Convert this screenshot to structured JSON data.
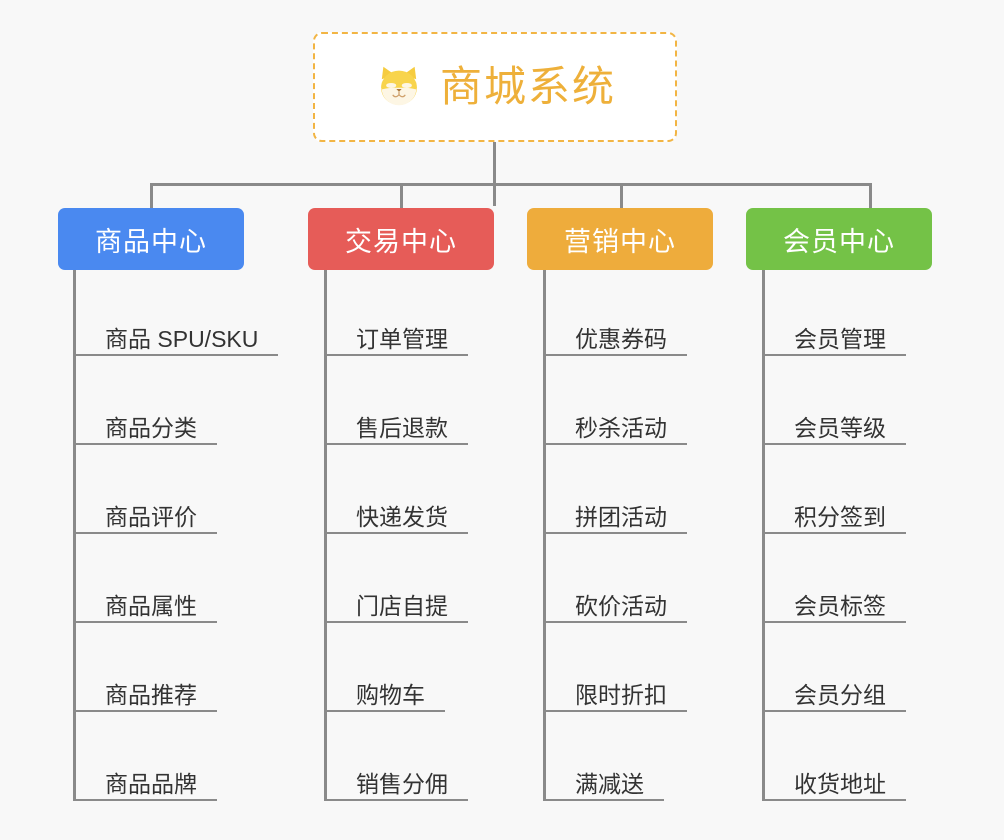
{
  "background": "#f8f8f8",
  "line_color": "#8a8a8a",
  "root": {
    "title": "商城系统",
    "emoji": "shiba-dog-face",
    "emoji_glyph": "🐕",
    "text_color": "#eeb03a",
    "border_color": "#f2b544",
    "background": "#ffffff"
  },
  "categories": [
    {
      "label": "商品中心",
      "color": "#4a89f0",
      "items": [
        "商品 SPU/SKU",
        "商品分类",
        "商品评价",
        "商品属性",
        "商品推荐",
        "商品品牌"
      ]
    },
    {
      "label": "交易中心",
      "color": "#e65c58",
      "items": [
        "订单管理",
        "售后退款",
        "快递发货",
        "门店自提",
        "购物车",
        "销售分佣"
      ]
    },
    {
      "label": "营销中心",
      "color": "#eeac3c",
      "items": [
        "优惠券码",
        "秒杀活动",
        "拼团活动",
        "砍价活动",
        "限时折扣",
        "满减送"
      ]
    },
    {
      "label": "会员中心",
      "color": "#74c247",
      "items": [
        "会员管理",
        "会员等级",
        "积分签到",
        "会员标签",
        "会员分组",
        "收货地址"
      ]
    }
  ]
}
